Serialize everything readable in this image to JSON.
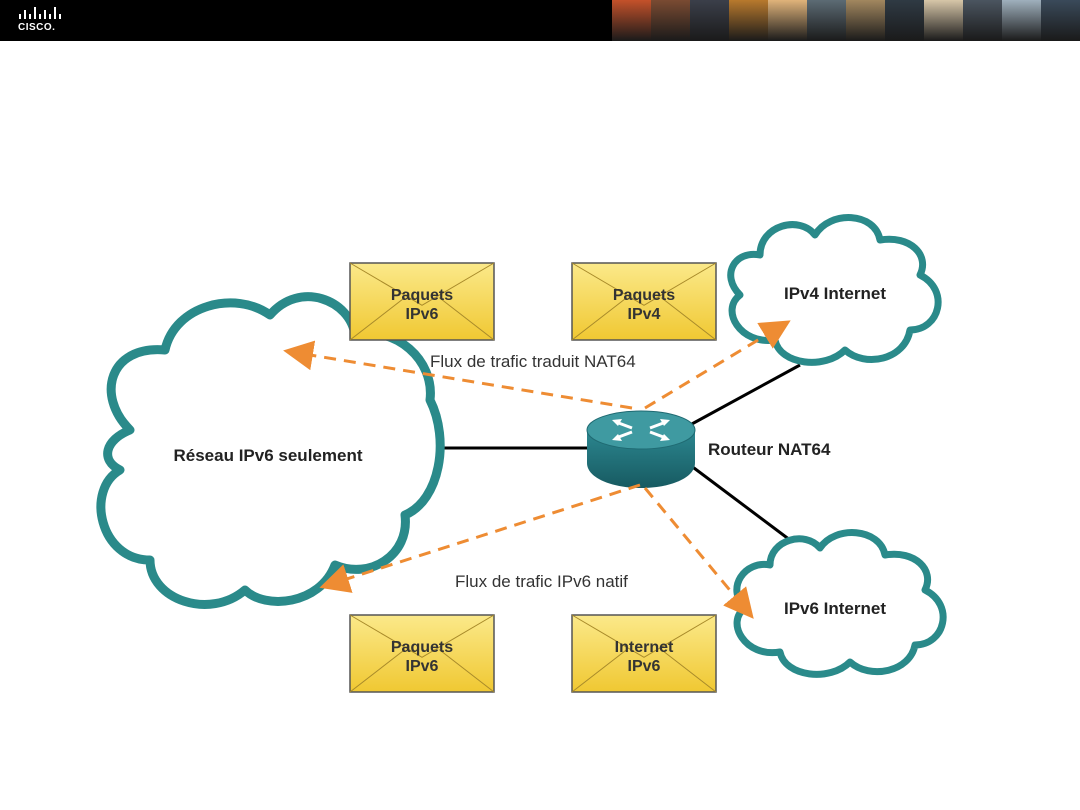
{
  "header": {
    "logo_text": "CISCO.",
    "photo_colors": [
      "#c4512a",
      "#7a4b32",
      "#3b3f4a",
      "#b8792d",
      "#e0b37a",
      "#5c6b74",
      "#a2875f",
      "#2f3a44",
      "#d7c6a8",
      "#4b5560",
      "#9fb0bd",
      "#3a4a5a"
    ]
  },
  "diagram": {
    "ipv6_only_network": "Réseau IPv6 seulement",
    "ipv4_internet": "IPv4 Internet",
    "ipv6_internet": "IPv6 Internet",
    "router_label": "Routeur NAT64",
    "flow_translated": "Flux de trafic traduit NAT64",
    "flow_native": "Flux de trafic IPv6 natif",
    "envelopes": [
      {
        "line1": "Paquets",
        "line2": "IPv6"
      },
      {
        "line1": "Paquets",
        "line2": "IPv4"
      },
      {
        "line1": "Paquets",
        "line2": "IPv6"
      },
      {
        "line1": "Internet",
        "line2": "IPv6"
      }
    ]
  },
  "colors": {
    "cloud_stroke": "#2a8a8a",
    "arrow": "#ee8c33",
    "envelope_fill": "#f5d54a",
    "router_top": "#3f9aa1",
    "router_side": "#1f6a72"
  }
}
